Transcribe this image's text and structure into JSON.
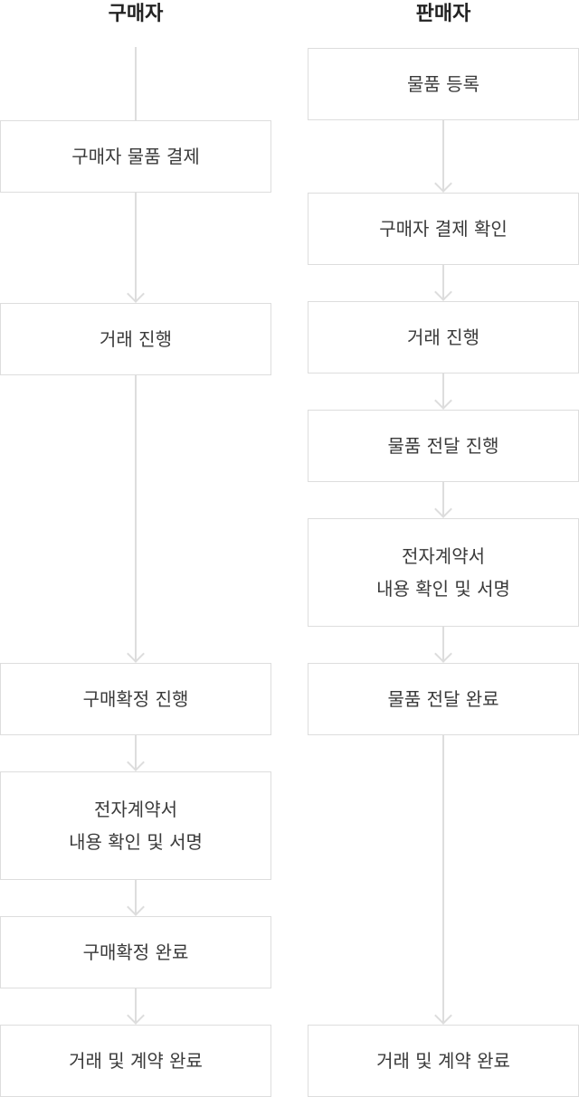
{
  "columns": {
    "buyer": {
      "title": "구매자",
      "steps": [
        "구매자 물품 결제",
        "거래 진행",
        "구매확정 진행",
        [
          "전자계약서",
          "내용 확인 및 서명"
        ],
        "구매확정 완료",
        "거래 및 계약 완료"
      ]
    },
    "seller": {
      "title": "판매자",
      "steps": [
        "물품 등록",
        "구매자 결제 확인",
        "거래 진행",
        "물품 전달 진행",
        [
          "전자계약서",
          "내용 확인 및 서명"
        ],
        "물품 전달 완료",
        "거래 및 계약 완료"
      ]
    }
  },
  "colors": {
    "border": "#dddddd",
    "line": "#dddddd",
    "text": "#3a3a3a",
    "title": "#222222"
  }
}
